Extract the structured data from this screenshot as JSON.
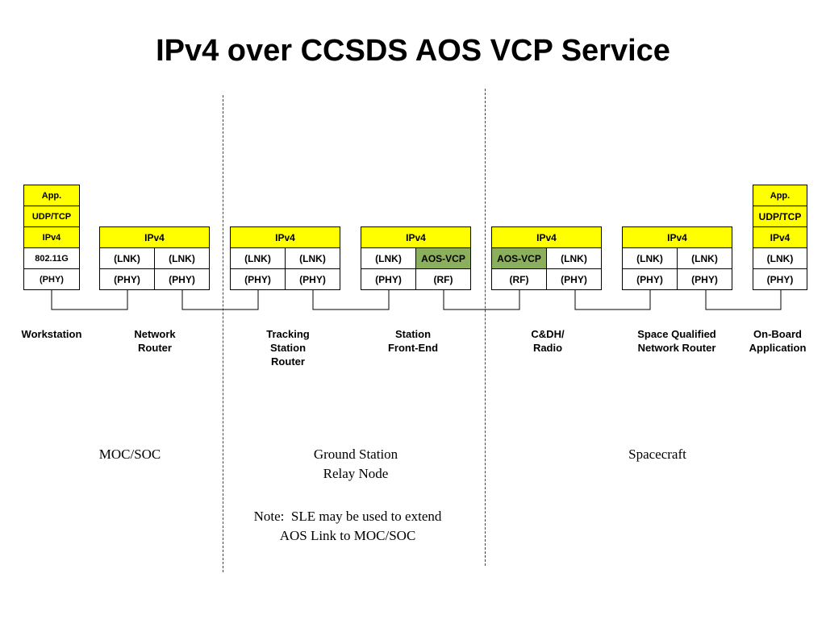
{
  "title": "IPv4 over CCSDS AOS VCP Service",
  "colors": {
    "protocol": "#ffff00",
    "aos": "#8caf5e",
    "plain": "#ffffff"
  },
  "workstation": {
    "app": "App.",
    "udp": "UDP/TCP",
    "ip": "IPv4",
    "lnk": "802.11G",
    "phy": "(PHY)",
    "label_lines": [
      "Workstation"
    ]
  },
  "network_router": {
    "ip": "IPv4",
    "lnk_left": "(LNK)",
    "lnk_right": "(LNK)",
    "phy_left": "(PHY)",
    "phy_right": "(PHY)",
    "label_lines": [
      "Network",
      "Router"
    ]
  },
  "tracking_router": {
    "ip": "IPv4",
    "lnk_left": "(LNK)",
    "lnk_right": "(LNK)",
    "phy_left": "(PHY)",
    "phy_right": "(PHY)",
    "label_lines": [
      "Tracking",
      "Station",
      "Router"
    ]
  },
  "station_frontend": {
    "ip": "IPv4",
    "lnk_left": "(LNK)",
    "lnk_right": "AOS-VCP",
    "phy_left": "(PHY)",
    "phy_right": "(RF)",
    "label_lines": [
      "Station",
      "Front-End"
    ]
  },
  "cdh_radio": {
    "ip": "IPv4",
    "lnk_left": "AOS-VCP",
    "lnk_right": "(LNK)",
    "phy_left": "(RF)",
    "phy_right": "(PHY)",
    "label_lines": [
      "C&DH/",
      "Radio"
    ]
  },
  "space_router": {
    "ip": "IPv4",
    "lnk_left": "(LNK)",
    "lnk_right": "(LNK)",
    "phy_left": "(PHY)",
    "phy_right": "(PHY)",
    "label_lines": [
      "Space Qualified",
      "Network Router"
    ]
  },
  "onboard_app": {
    "app": "App.",
    "udp": "UDP/TCP",
    "ip": "IPv4",
    "lnk": "(LNK)",
    "phy": "(PHY)",
    "label_lines": [
      "On-Board",
      "Application"
    ]
  },
  "regions": {
    "moc_soc": "MOC/SOC",
    "ground_station": [
      "Ground Station",
      "Relay Node"
    ],
    "spacecraft": "Spacecraft",
    "note": [
      "Note:  SLE may be used to extend",
      "AOS Link to MOC/SOC"
    ]
  }
}
